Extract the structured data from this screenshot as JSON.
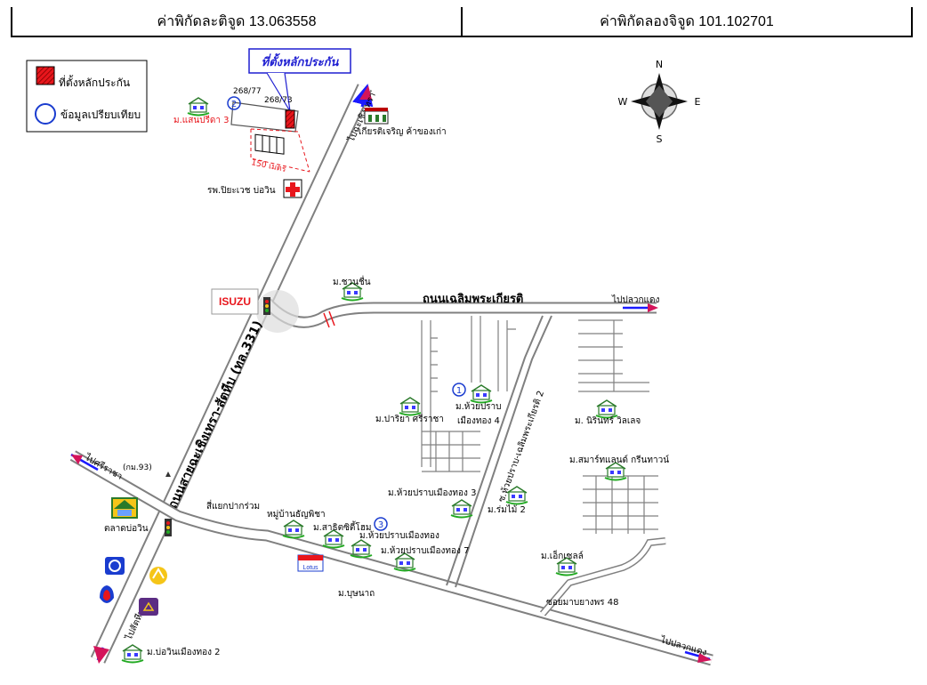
{
  "header": {
    "latitude_label": "ค่าพิกัดละติจูด 13.063558",
    "longitude_label": "ค่าพิกัดลองจิจูด 101.102701"
  },
  "legend": {
    "collateral_site": "ที่ตั้งหลักประกัน",
    "comparison_data": "ข้อมูลเปรียบเทียบ"
  },
  "callout": {
    "site_label": "ที่ตั้งหลักประกัน"
  },
  "compass": {
    "north": "N",
    "south": "S",
    "east": "E",
    "west": "W"
  },
  "roads": {
    "main_highway": "ถนนสายฉะเชิงเทรา-สัตหีบ (ทล.331)",
    "chaloem": "ถนนเฉลิมพระเกียรติ",
    "huai_prap": "ซ.ห้วยปราบ-เฉลิมพระเกียรติ 2",
    "soi_mab": "ซอยมาบยางพร 48",
    "km93": "(กม.93)"
  },
  "directions": {
    "to_chachoengsao": "ไปฉะเชิงเทรา",
    "to_pluak_daeng_top": "ไปปลวกแดง",
    "to_si_racha": "ไปศรีราชา",
    "to_sattahip": "ไปสัตหีบ",
    "to_pluak_daeng_bottom": "ไปปลวกแดง"
  },
  "labels": {
    "plot_a": "268/77",
    "plot_b": "268/73",
    "distance": "150 เมตร",
    "num_1": "1",
    "num_2": "2",
    "num_3": "3",
    "intersection": "สี่แยกปากร่วม",
    "isuzu": "ISUZU",
    "tesco": "Lotus"
  },
  "places": {
    "saen_prida": "ม.แสนปรีดา 3",
    "kiat_charoen": "เกียรติเจริญ ค้าของเก่า",
    "hospital": "รพ.ปิยะเวช บ่อวิน",
    "chuan_chuen": "ม.ชวนชื่น",
    "priya": "ม.ปาริยา ศรีราชา",
    "huai_prap_1": "ม.ห้วยปราบ",
    "huai_prap_1b": "เมืองทอง 4",
    "narin": "ม. นิรินทร์ วิลเลจ",
    "smart": "ม.สมาร์ทแลนด์ กรีนทาวน์",
    "huai_prap_3": "ม.ห้วยปราบเมืองทอง 3",
    "rommai": "ม.ร่มไม้ 2",
    "talad": "ตลาดบ่อวิน",
    "thanya": "หมู่บ้านธัญพิชา",
    "sathit": "ม.สาธิตซิตี้โฮม",
    "huai_prap_mt": "ม.ห้วยปราบเมืองทอง",
    "huai_prap_7": "ม.ห้วยปราบเมืองทอง 7",
    "excel": "ม.เอ็กเซลล์",
    "butsana": "ม.บุษนาถ",
    "bowin_mt": "ม.บ่อวินเมืองทอง 2"
  },
  "colors": {
    "road": "#808080",
    "road_fill": "#ffffff",
    "arrow": "#d4145a",
    "arrow_shaft": "#1a1aff",
    "site": "#e8161c",
    "callout_text": "#1f1fd1",
    "distance_line": "#e8161c"
  }
}
